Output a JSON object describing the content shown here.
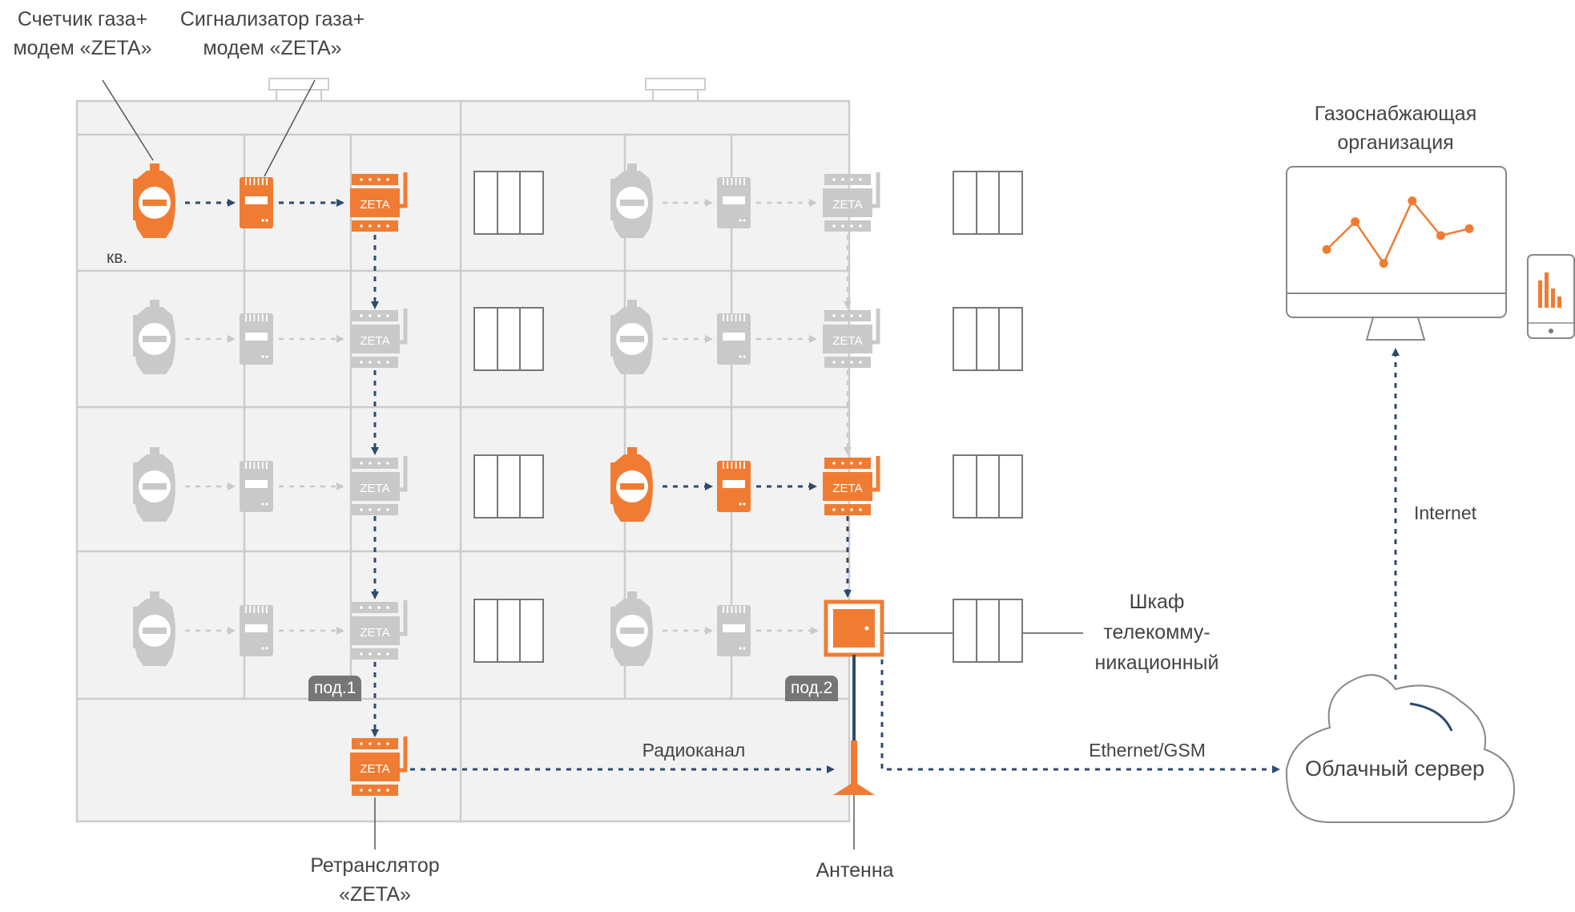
{
  "labels": {
    "meter_modem": [
      "Счетчик газа+",
      "модем «ZETA»"
    ],
    "detector_modem": [
      "Сигнализатор газа+",
      "модем «ZETA»"
    ],
    "apartment": "кв.",
    "entrance_1": "под.1",
    "entrance_2": "под.2",
    "repeater": [
      "Ретранслятор",
      "«ZETA»"
    ],
    "antenna": "Антенна",
    "radio_channel": "Радиоканал",
    "ethernet_gsm": "Ethernet/GSM",
    "internet": "Internet",
    "cabinet": [
      "Шкаф",
      "телекомму-",
      "никационный"
    ],
    "supplier": [
      "Газоснабжающая",
      "организация"
    ],
    "cloud_server": "Облачный сервер",
    "zeta_device": "ZETA"
  },
  "colors": {
    "accent": "#F07C33",
    "inactive": "#C9C9C9",
    "link": "#2E4A6E",
    "building_fill": "#F2F2F2",
    "building_line": "#CCCCCC",
    "text": "#444444",
    "tag_bg": "#767676"
  },
  "icons": [
    "gas-meter-icon",
    "gas-detector-icon",
    "zeta-modem-icon",
    "window-icon",
    "telecom-cabinet-icon",
    "antenna-icon",
    "cloud-icon",
    "monitor-icon",
    "tablet-icon"
  ],
  "grid": {
    "entrances": 2,
    "floors": 4,
    "active": [
      {
        "entrance": 1,
        "floor": 4,
        "device": "meter-detector-repeater"
      },
      {
        "entrance": 2,
        "floor": 2,
        "device": "meter-detector-repeater"
      }
    ]
  },
  "chart_on_monitor": {
    "type": "line",
    "values": [
      3,
      5,
      2,
      6.5,
      4,
      4.5
    ]
  }
}
